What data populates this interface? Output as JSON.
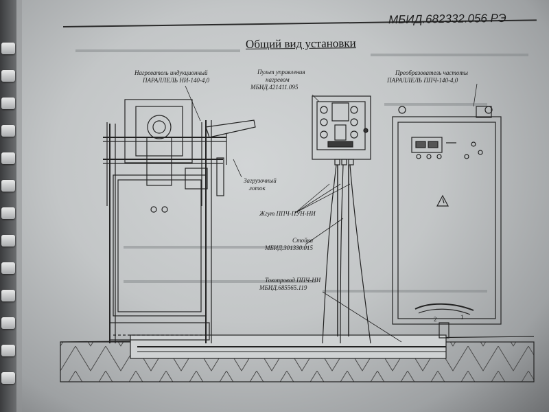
{
  "header": {
    "doc_code": "МБИД.682332.056 РЭ"
  },
  "title": "Общий вид установки",
  "labels": {
    "heater": [
      "Нагреватель индукционный",
      "ПАРАЛЛЕЛЬ НИ-140-4,0"
    ],
    "control_panel": [
      "Пульт управления",
      "нагревом",
      "МБИД.421411.095"
    ],
    "converter": [
      "Преобразователь частоты",
      "ПАРАЛЛЕЛЬ ППЧ-140-4,0"
    ],
    "tray": [
      "Загрузочный",
      "лоток"
    ],
    "harness": [
      "Жгут ППЧ-ПУН-НИ"
    ],
    "stand": [
      "Стойка",
      "МБИД.301330.015"
    ],
    "busbar": [
      "Токопровод ППЧ-НИ",
      "МБИД.685565.119"
    ]
  },
  "markers": {
    "one": "1",
    "two": "2"
  }
}
